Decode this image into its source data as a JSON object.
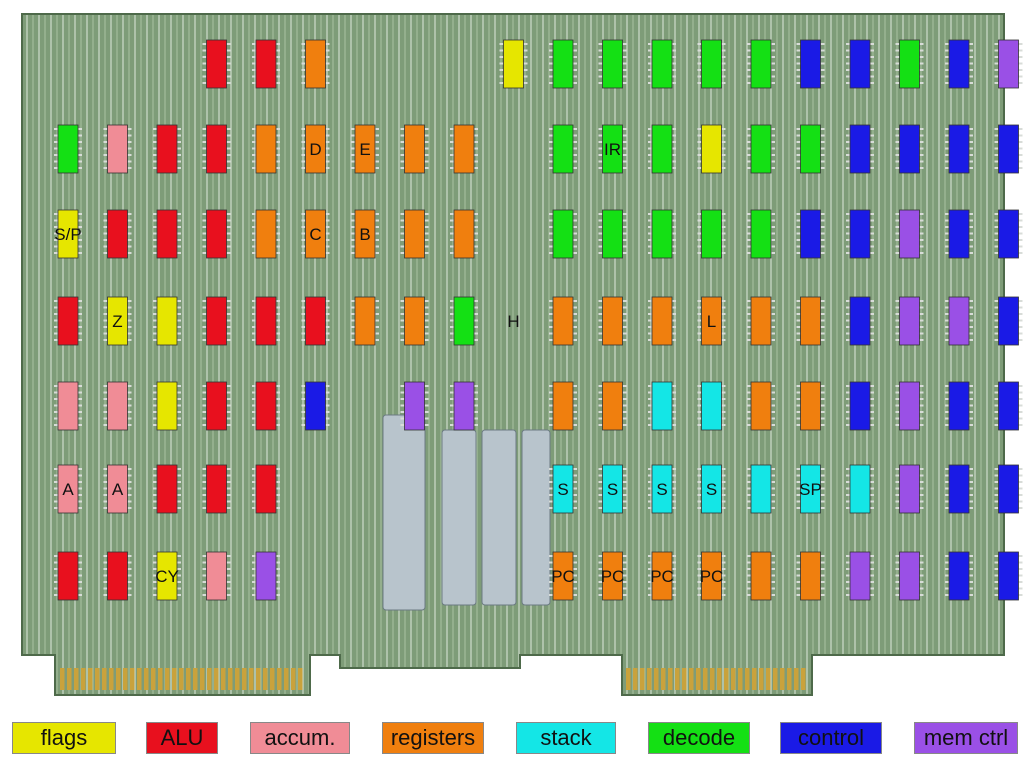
{
  "colors": {
    "flags": "#e6e600",
    "alu": "#e8101e",
    "accum": "#f08c96",
    "registers": "#f07f0e",
    "stack": "#14e6e6",
    "decode": "#14e014",
    "control": "#1a1ae6",
    "memctrl": "#9a50e6",
    "board": "#7e9c78",
    "board_light": "#a9c2a2",
    "trace": "#c9d6c4"
  },
  "legend": [
    {
      "label": "flags",
      "color_key": "flags"
    },
    {
      "label": "ALU",
      "color_key": "alu"
    },
    {
      "label": "accum.",
      "color_key": "accum"
    },
    {
      "label": "registers",
      "color_key": "registers"
    },
    {
      "label": "stack",
      "color_key": "stack"
    },
    {
      "label": "decode",
      "color_key": "decode"
    },
    {
      "label": "control",
      "color_key": "control"
    },
    {
      "label": "mem ctrl",
      "color_key": "memctrl"
    }
  ],
  "chip_labels": [
    {
      "text": "D",
      "col": 5,
      "row": 1
    },
    {
      "text": "E",
      "col": 6,
      "row": 1
    },
    {
      "text": "IR",
      "col": 11,
      "row": 1
    },
    {
      "text": "S/P",
      "col": 0,
      "row": 2
    },
    {
      "text": "C",
      "col": 5,
      "row": 2
    },
    {
      "text": "B",
      "col": 6,
      "row": 2
    },
    {
      "text": "Z",
      "col": 1,
      "row": 3
    },
    {
      "text": "H",
      "col": 9,
      "row": 3
    },
    {
      "text": "L",
      "col": 13,
      "row": 3
    },
    {
      "text": "A",
      "col": 0,
      "row": 5
    },
    {
      "text": "A",
      "col": 1,
      "row": 5
    },
    {
      "text": "S",
      "col": 10,
      "row": 5
    },
    {
      "text": "S",
      "col": 11,
      "row": 5
    },
    {
      "text": "S",
      "col": 12,
      "row": 5
    },
    {
      "text": "S",
      "col": 13,
      "row": 5
    },
    {
      "text": "SP",
      "col": 15,
      "row": 5
    },
    {
      "text": "CY",
      "col": 2,
      "row": 6
    },
    {
      "text": "PC",
      "col": 10,
      "row": 6
    },
    {
      "text": "PC",
      "col": 11,
      "row": 6
    },
    {
      "text": "PC",
      "col": 12,
      "row": 6
    },
    {
      "text": "PC",
      "col": 13,
      "row": 6
    }
  ],
  "chip_grid": [
    [
      "",
      "",
      "",
      "alu",
      "alu",
      "registers",
      "",
      "",
      "",
      "flags",
      "decode",
      "decode",
      "decode",
      "decode",
      "decode",
      "control",
      "control",
      "decode",
      "control",
      "memctrl"
    ],
    [
      "decode",
      "accum",
      "alu",
      "alu",
      "registers",
      "registers",
      "registers",
      "registers",
      "registers",
      "",
      "decode",
      "decode",
      "decode",
      "flags",
      "decode",
      "decode",
      "control",
      "control",
      "control",
      "control"
    ],
    [
      "flags",
      "alu",
      "alu",
      "alu",
      "registers",
      "registers",
      "registers",
      "registers",
      "registers",
      "",
      "decode",
      "decode",
      "decode",
      "decode",
      "decode",
      "control",
      "control",
      "memctrl",
      "control",
      "control"
    ],
    [
      "alu",
      "flags",
      "flags",
      "alu",
      "alu",
      "alu",
      "registers",
      "registers",
      "decode",
      "",
      "registers",
      "registers",
      "registers",
      "registers",
      "registers",
      "registers",
      "control",
      "memctrl",
      "memctrl",
      "control"
    ],
    [
      "accum",
      "accum",
      "flags",
      "alu",
      "alu",
      "control",
      "",
      "memctrl",
      "memctrl",
      "",
      "registers",
      "registers",
      "stack",
      "stack",
      "registers",
      "registers",
      "control",
      "memctrl",
      "control",
      "control"
    ],
    [
      "accum",
      "accum",
      "alu",
      "alu",
      "alu",
      "",
      "",
      "",
      "",
      "",
      "stack",
      "stack",
      "stack",
      "stack",
      "stack",
      "stack",
      "stack",
      "memctrl",
      "control",
      "control"
    ],
    [
      "alu",
      "alu",
      "flags",
      "accum",
      "memctrl",
      "",
      "",
      "",
      "",
      "",
      "registers",
      "registers",
      "registers",
      "registers",
      "registers",
      "registers",
      "memctrl",
      "memctrl",
      "control",
      "control"
    ]
  ]
}
